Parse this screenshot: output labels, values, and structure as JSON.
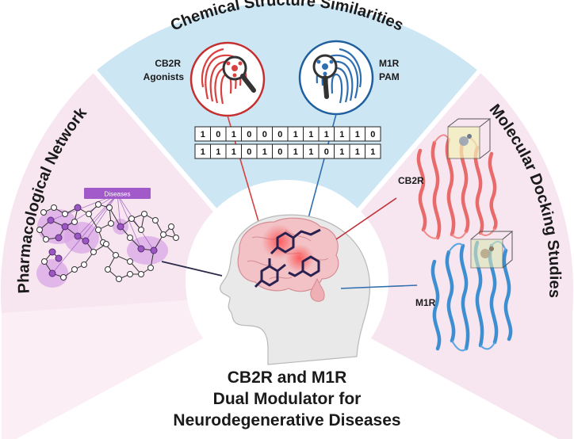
{
  "sections": {
    "top": {
      "title": "Chemical Structure Similarities"
    },
    "left": {
      "title": "Pharmacological Network"
    },
    "right": {
      "title": "Molecular Docking Studies"
    }
  },
  "fingerprints": {
    "left_label_line1": "CB2R",
    "left_label_line2": "Agonists",
    "right_label_line1": "M1R",
    "right_label_line2": "PAM",
    "left_color": "#d94040",
    "right_color": "#2f6fb0"
  },
  "bit_rows": [
    [
      "1",
      "0",
      "1",
      "0",
      "0",
      "0",
      "1",
      "1",
      "1",
      "1",
      "1",
      "0"
    ],
    [
      "1",
      "1",
      "1",
      "0",
      "1",
      "0",
      "1",
      "1",
      "0",
      "1",
      "1",
      "1"
    ]
  ],
  "network": {
    "disease_label": "Diseases"
  },
  "docking": {
    "receptor1": "CB2R",
    "receptor2": "M1R"
  },
  "center_title": {
    "line1": "CB2R and M1R",
    "line2": "Dual Modulator for",
    "line3": "Neurodegenerative Diseases"
  },
  "colors": {
    "top_sector": "#cde6f3",
    "side_sector": "#f7e6ef",
    "network_purple": "#a259c9",
    "cb2r_protein": "#e86a6a",
    "m1r_protein": "#3d8fd1"
  }
}
